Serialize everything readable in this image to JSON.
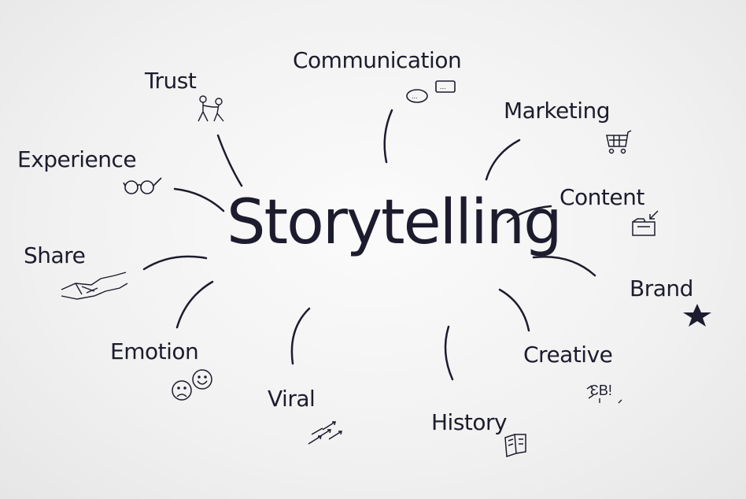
{
  "center": "Storytelling",
  "branches": {
    "communication": "Communication",
    "trust": "Trust",
    "marketing": "Marketing",
    "experience": "Experience",
    "content": "Content",
    "share": "Share",
    "brand": "Brand",
    "emotion": "Emotion",
    "creative": "Creative",
    "viral": "Viral",
    "history": "History"
  },
  "colors": {
    "ink": "#1c1c2e",
    "background": "#f4f4f4"
  }
}
